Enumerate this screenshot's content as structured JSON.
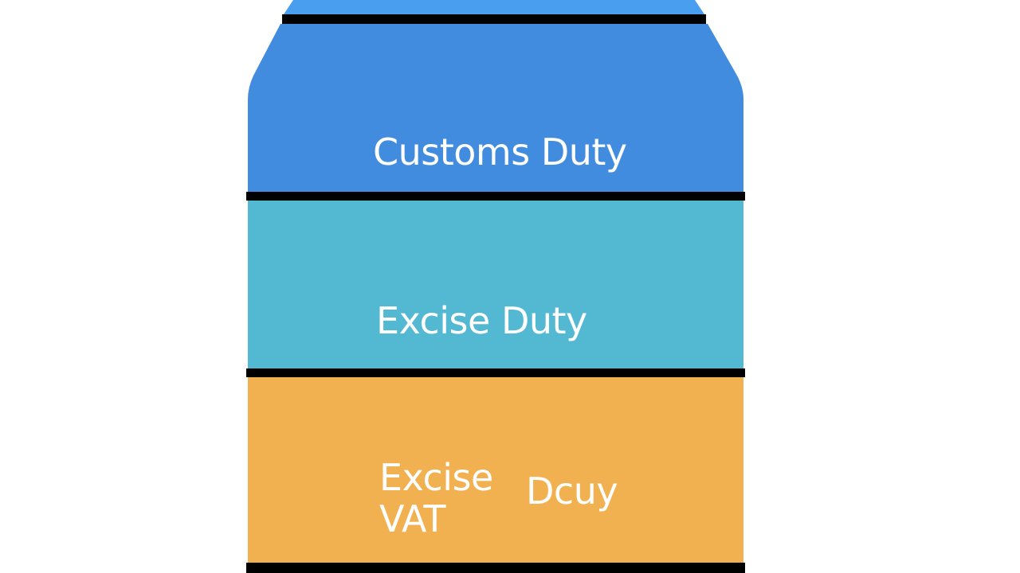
{
  "diagram": {
    "layers": [
      {
        "id": "top",
        "label": "",
        "color": "#4a9ef0"
      },
      {
        "id": "customs",
        "label": "Customs Duty",
        "color": "#428ce0"
      },
      {
        "id": "excise",
        "label": "Excise Duty",
        "color": "#53b8d2"
      },
      {
        "id": "vat",
        "label_line1": "Excise",
        "label_line2": "VAT",
        "label_extra": "Dcuy",
        "color": "#f2b150"
      }
    ],
    "divider_color": "#000000"
  }
}
